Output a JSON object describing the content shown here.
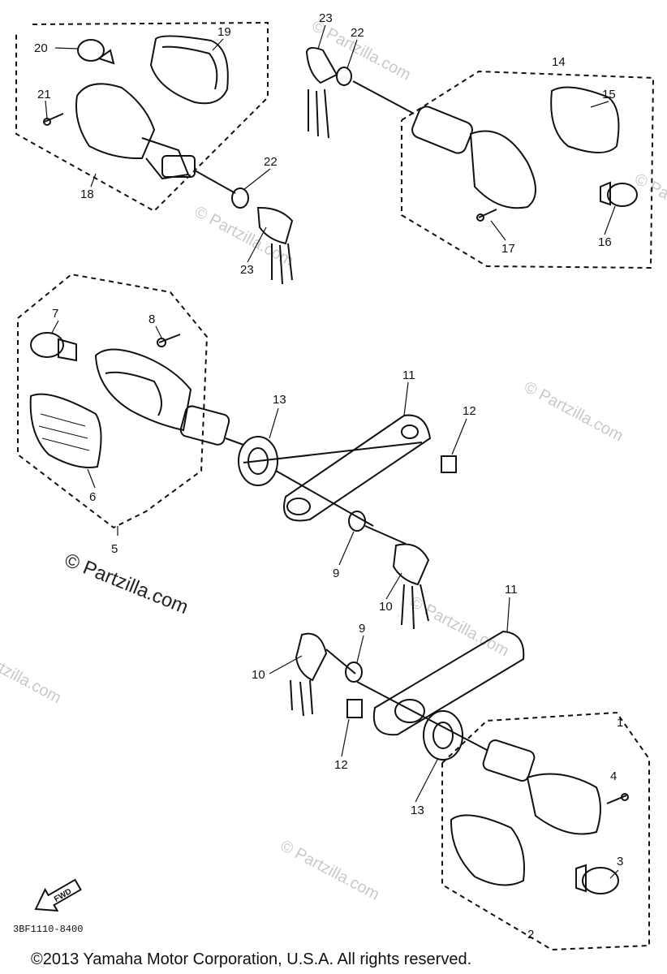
{
  "watermark": "© Partzilla.com",
  "watermark_large": "© Partzilla.com",
  "diagram_code": "3BF1110-8400",
  "fwd_label": "FWD",
  "copyright": "©2013 Yamaha Motor Corporation, U.S.A. All rights reserved.",
  "callouts": [
    "20",
    "19",
    "21",
    "18",
    "22",
    "23",
    "23",
    "22",
    "14",
    "15",
    "17",
    "16",
    "7",
    "8",
    "6",
    "5",
    "13",
    "11",
    "12",
    "9",
    "10",
    "11",
    "10",
    "9",
    "12",
    "13",
    "1",
    "4",
    "3",
    "2"
  ]
}
